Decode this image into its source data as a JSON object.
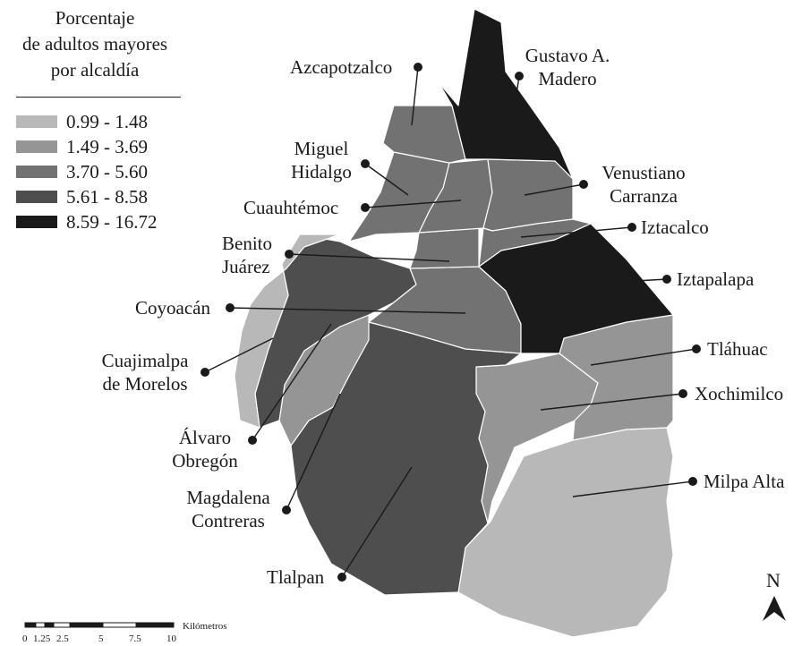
{
  "legend": {
    "title_line1": "Porcentaje",
    "title_line2": "de adultos mayores",
    "title_line3": "por alcaldía",
    "ranges": [
      {
        "label": "0.99 - 1.48",
        "color": "#b8b8b8"
      },
      {
        "label": "1.49 - 3.69",
        "color": "#959595"
      },
      {
        "label": "3.70 - 5.60",
        "color": "#727272"
      },
      {
        "label": "5.61 - 8.58",
        "color": "#4e4e4e"
      },
      {
        "label": "8.59 - 16.72",
        "color": "#1a1a1a"
      }
    ]
  },
  "alcaldias": {
    "azcapotzalco": "Azcapotzalco",
    "gustavo_l1": "Gustavo A.",
    "gustavo_l2": "Madero",
    "miguel_l1": "Miguel",
    "miguel_l2": "Hidalgo",
    "venustiano_l1": "Venustiano",
    "venustiano_l2": "Carranza",
    "cuauhtemoc": "Cuauhtémoc",
    "iztacalco": "Iztacalco",
    "benito_l1": "Benito",
    "benito_l2": "Juárez",
    "iztapalapa": "Iztapalapa",
    "coyoacan": "Coyoacán",
    "tlahuac": "Tláhuac",
    "cuajimalpa_l1": "Cuajimalpa",
    "cuajimalpa_l2": "de Morelos",
    "xochimilco": "Xochimilco",
    "alvaro_l1": "Álvaro",
    "alvaro_l2": "Obregón",
    "milpa_alta": "Milpa Alta",
    "magdalena_l1": "Magdalena",
    "magdalena_l2": "Contreras",
    "tlalpan": "Tlalpan"
  },
  "scale_bar": {
    "units": "Kilómetros",
    "ticks": [
      "0",
      "1.25",
      "2.5",
      "5",
      "7.5",
      "10"
    ]
  },
  "north_arrow": {
    "letter": "N"
  }
}
